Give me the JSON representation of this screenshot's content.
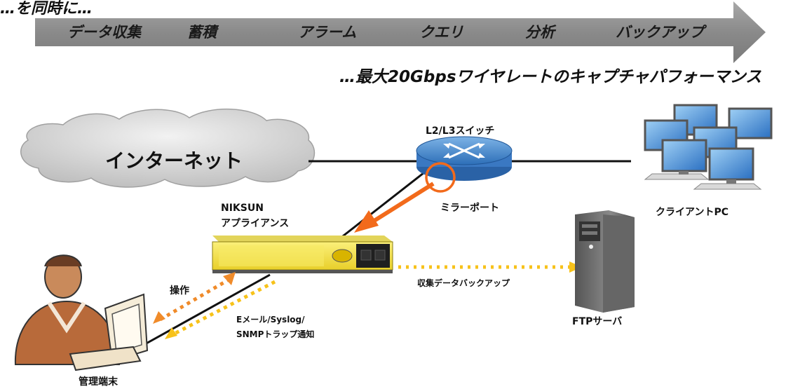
{
  "header": {
    "cut_text": "…を同時に…",
    "steps": [
      "データ収集",
      "蓄積",
      "アラーム",
      "クエリ",
      "分析",
      "バックアップ"
    ],
    "tagline": "…最大20Gbpsワイヤレートのキャプチャパフォーマンス"
  },
  "network": {
    "internet": "インターネット",
    "switch": "L2/L3スイッチ",
    "mirror_port": "ミラーポート",
    "client_pc": "クライアントPC",
    "appliance_line1": "NIKSUN",
    "appliance_line2": "アプライアンス",
    "backup": "収集データバックアップ",
    "ftp_server": "FTPサーバ",
    "operation": "操作",
    "notify_line1": "Eメール/Syslog/",
    "notify_line2": "SNMPトラップ通知",
    "terminal": "管理端末"
  },
  "colors": {
    "arrow_gray": "#8a8a8a",
    "appliance_yellow": "#f3e24a",
    "mirror_orange": "#f26a1b",
    "dotted_yellow": "#f7c21a",
    "dotted_orange": "#f08b2a",
    "cloud_gray": "#d7d7d7"
  }
}
